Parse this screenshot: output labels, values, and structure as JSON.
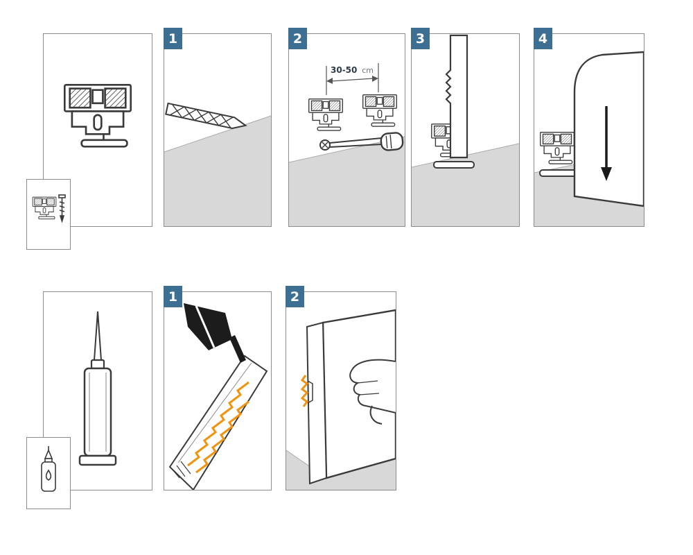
{
  "title": "Skirting board installation instructions",
  "colors": {
    "badge_bg": "#3d6f92",
    "badge_text": "#ffffff",
    "panel_border": "#8c8c8c",
    "floor_gray": "#d8d8d8",
    "line": "#3a3a3a",
    "adhesive_orange": "#f2930f"
  },
  "rows": [
    {
      "name": "mounting-with-clips",
      "intro": {
        "name": "mounting-clip",
        "inset_icon": "clip-and-screw-icon"
      },
      "steps": [
        {
          "badge": "1",
          "name": "drill-hole"
        },
        {
          "badge": "2",
          "name": "screw-clips-to-wall",
          "dimension_value": "30-50",
          "dimension_unit": "cm"
        },
        {
          "badge": "3",
          "name": "hook-skirting-onto-clip"
        },
        {
          "badge": "4",
          "name": "press-skirting-down"
        }
      ]
    },
    {
      "name": "mounting-with-adhesive",
      "intro": {
        "name": "adhesive-cartridge",
        "inset_icon": "adhesive-bottle-icon"
      },
      "steps": [
        {
          "badge": "1",
          "name": "apply-adhesive"
        },
        {
          "badge": "2",
          "name": "press-skirting-to-wall"
        }
      ]
    }
  ]
}
